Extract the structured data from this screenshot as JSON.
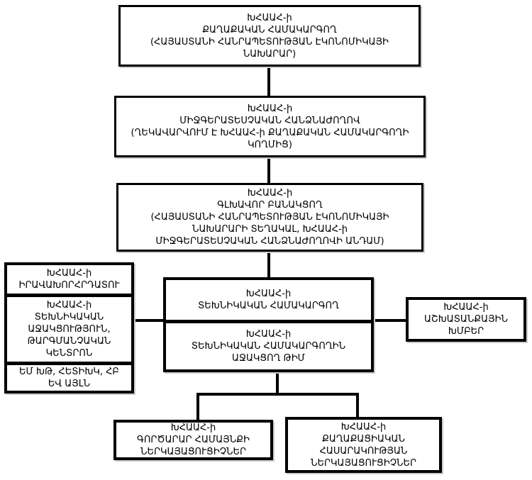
{
  "colors": {
    "background": "#ffffff",
    "border": "#000000",
    "text": "#000000"
  },
  "boxes": {
    "political_coordinator": {
      "lines": [
        "ԽՀԱԱՀ-ի",
        "ՔԱՂԱՔԱԿԱՆ ՀԱՄԱԿԱՐԳՈՂ",
        "(ՀԱՅԱՍՏԱՆԻ ՀԱՆՐԱՊԵՏՈՒԹՅԱՆ ԷԿՈՆՈՄԻԿԱՅԻ",
        "ՆԱԽԱՐԱՐ)"
      ]
    },
    "interagency_commission": {
      "lines": [
        "ԽՀԱԱՀ-ի",
        "ՄԻՋԳԵՐԱՏԵՍՉԱԿԱՆ ՀԱՆՁՆԱԺՈՂՈՎ",
        "(ՂԵԿԱՎԱՐՎՈՒՄ Է ԽՀԱԱՀ-ի ՔԱՂԱՔԱԿԱՆ ՀԱՄԱԿԱՐԳՈՂԻ",
        "ԿՈՂՄԻՑ)"
      ]
    },
    "chief_negotiator": {
      "lines": [
        "ԽՀԱԱՀ-ի",
        "ԳԼԽԱՎՈՐ ԲԱՆԱԿՑՈՂ",
        "(ՀԱՅԱՍՏԱՆԻ ՀԱՆՐԱՊԵՏՈՒԹՅԱՆ ԷԿՈՆՈՄԻԿԱՅԻ",
        "ՆԱԽԱՐԱՐԻ ՏԵՂԱԿԱԼ, ԽՀԱԱՀ-ի",
        "ՄԻՋԳԵՐԱՏԵՍՉԱԿԱՆ ՀԱՆՁՆԱԺՈՂՈՎԻ ԱՆԴԱՄ)"
      ]
    },
    "legal_advisor": {
      "lines": [
        "ԽՀԱԱՀ-ի",
        "ԻՐԱՎԱԽՈՐՀՐԴԱՏՈՒ"
      ]
    },
    "technical_assistance_center": {
      "lines": [
        "ԽՀԱԱՀ-ի",
        "ՏԵԽՆԻԿԱԿԱՆ",
        "ԱՋԱԿՑՈՒԹՅՈՒՆ,",
        "ԹԱՐԳՄԱՆՉԱԿԱՆ",
        "ԿԵՆՏՐՈՆ"
      ]
    },
    "donor_organizations": {
      "lines": [
        "ԵՄ ԽԹ, ՀԵՏԻԽԿ, ՀԲ",
        "ԵՎ ԱՅԼՆ"
      ]
    },
    "technical_coordinator": {
      "lines": [
        "ԽՀԱԱՀ-ի",
        "ՏԵԽՆԻԿԱԿԱՆ ՀԱՄԱԿԱՐԳՈՂ"
      ]
    },
    "support_team": {
      "lines": [
        "ԽՀԱԱՀ-ի",
        "ՏԵԽՆԻԿԱԿԱՆ ՀԱՄԱԿԱՐԳՈՂԻՆ",
        "ԱՋԱԿՑՈՂ ԹԻՄ"
      ]
    },
    "working_groups": {
      "lines": [
        "ԽՀԱԱՀ-ի",
        "ԱՇԽԱՏԱՆՔԱՅԻՆ",
        "ԽՄԲԵՐ"
      ]
    },
    "business_community": {
      "lines": [
        "ԽՀԱԱՀ-ի",
        "ԳՈՐԾԱՐԱՐ ՀԱՄԱՅՆՔԻ",
        "ՆԵՐԿԱՅԱՑՈՒՑԻՉՆԵՐ"
      ]
    },
    "civil_society": {
      "lines": [
        "ԽՀԱԱՀ-ի",
        "ՔԱՂԱՔԱՑԻԱԿԱՆ",
        "ՀԱՍԱՐԱԿՈՒԹՅԱՆ",
        "ՆԵՐԿԱՅԱՑՈՒՑԻՉՆԵՐ"
      ]
    }
  }
}
